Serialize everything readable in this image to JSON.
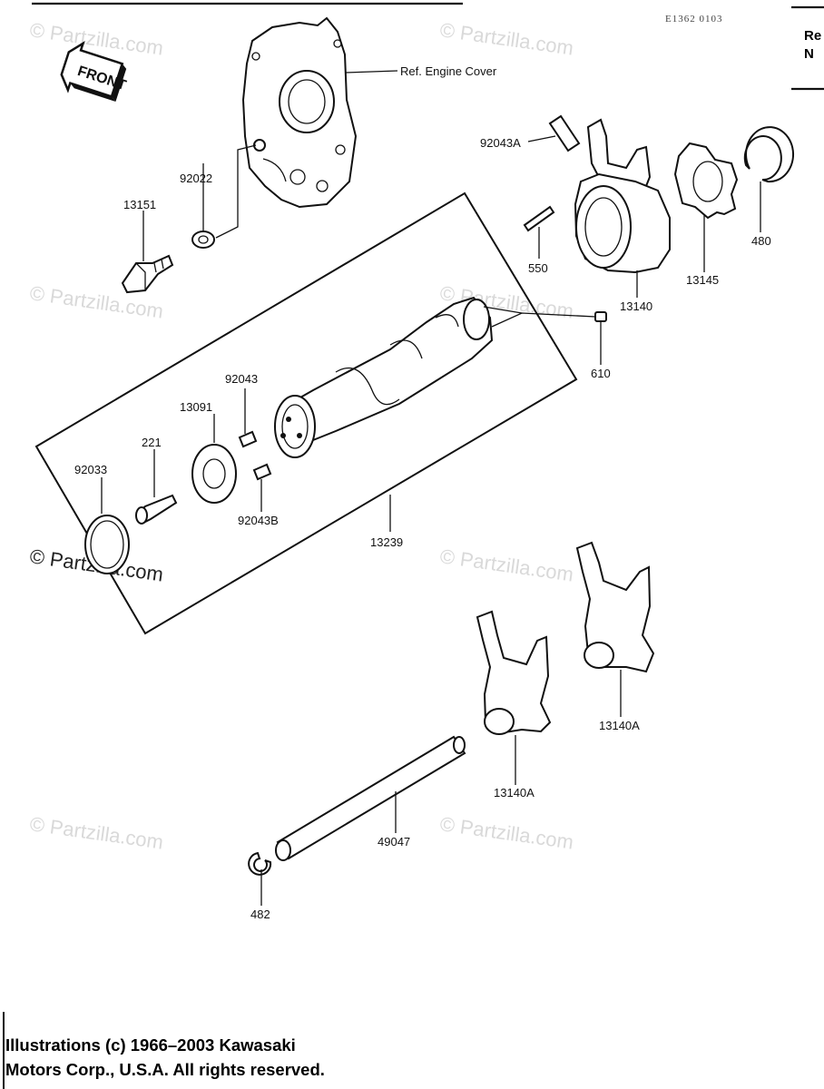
{
  "diagram_code": "E1362 0103",
  "front_label": "FRONT",
  "callouts": {
    "engine_cover": "Ref. Engine Cover",
    "p92043A": "92043A",
    "p92022": "92022",
    "p13151": "13151",
    "p550": "550",
    "p13140": "13140",
    "p13145": "13145",
    "p480": "480",
    "p610": "610",
    "p92043": "92043",
    "p13091": "13091",
    "p221": "221",
    "p92033": "92033",
    "p92043B": "92043B",
    "p13239": "13239",
    "p13140A_upper": "13140A",
    "p13140A_lower": "13140A",
    "p49047": "49047",
    "p482": "482"
  },
  "watermarks": {
    "text": "© Partzilla.com"
  },
  "corner_text": {
    "line1": "Re",
    "line2": "N"
  },
  "copyright": {
    "line1": "Illustrations (c) 1966–2003 Kawasaki",
    "line2": "Motors Corp., U.S.A.  All rights reserved."
  }
}
